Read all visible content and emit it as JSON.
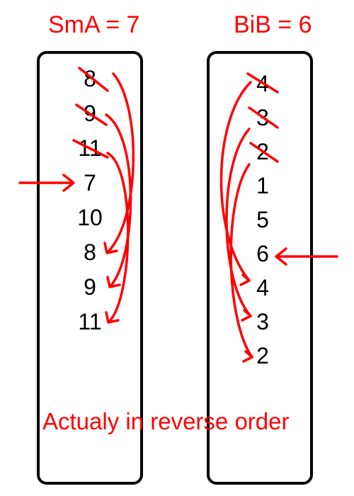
{
  "left": {
    "title": "SmA = 7",
    "values": [
      "8",
      "9",
      "11",
      "7",
      "10",
      "8",
      "9",
      "11"
    ]
  },
  "right": {
    "title": "BiB = 6",
    "values": [
      "4",
      "3",
      "2",
      "1",
      "5",
      "6",
      "4",
      "3",
      "2"
    ]
  },
  "note": "Actualy in reverse order",
  "colors": {
    "annotation": "#ff0000",
    "box": "#000000",
    "text": "#000000"
  }
}
